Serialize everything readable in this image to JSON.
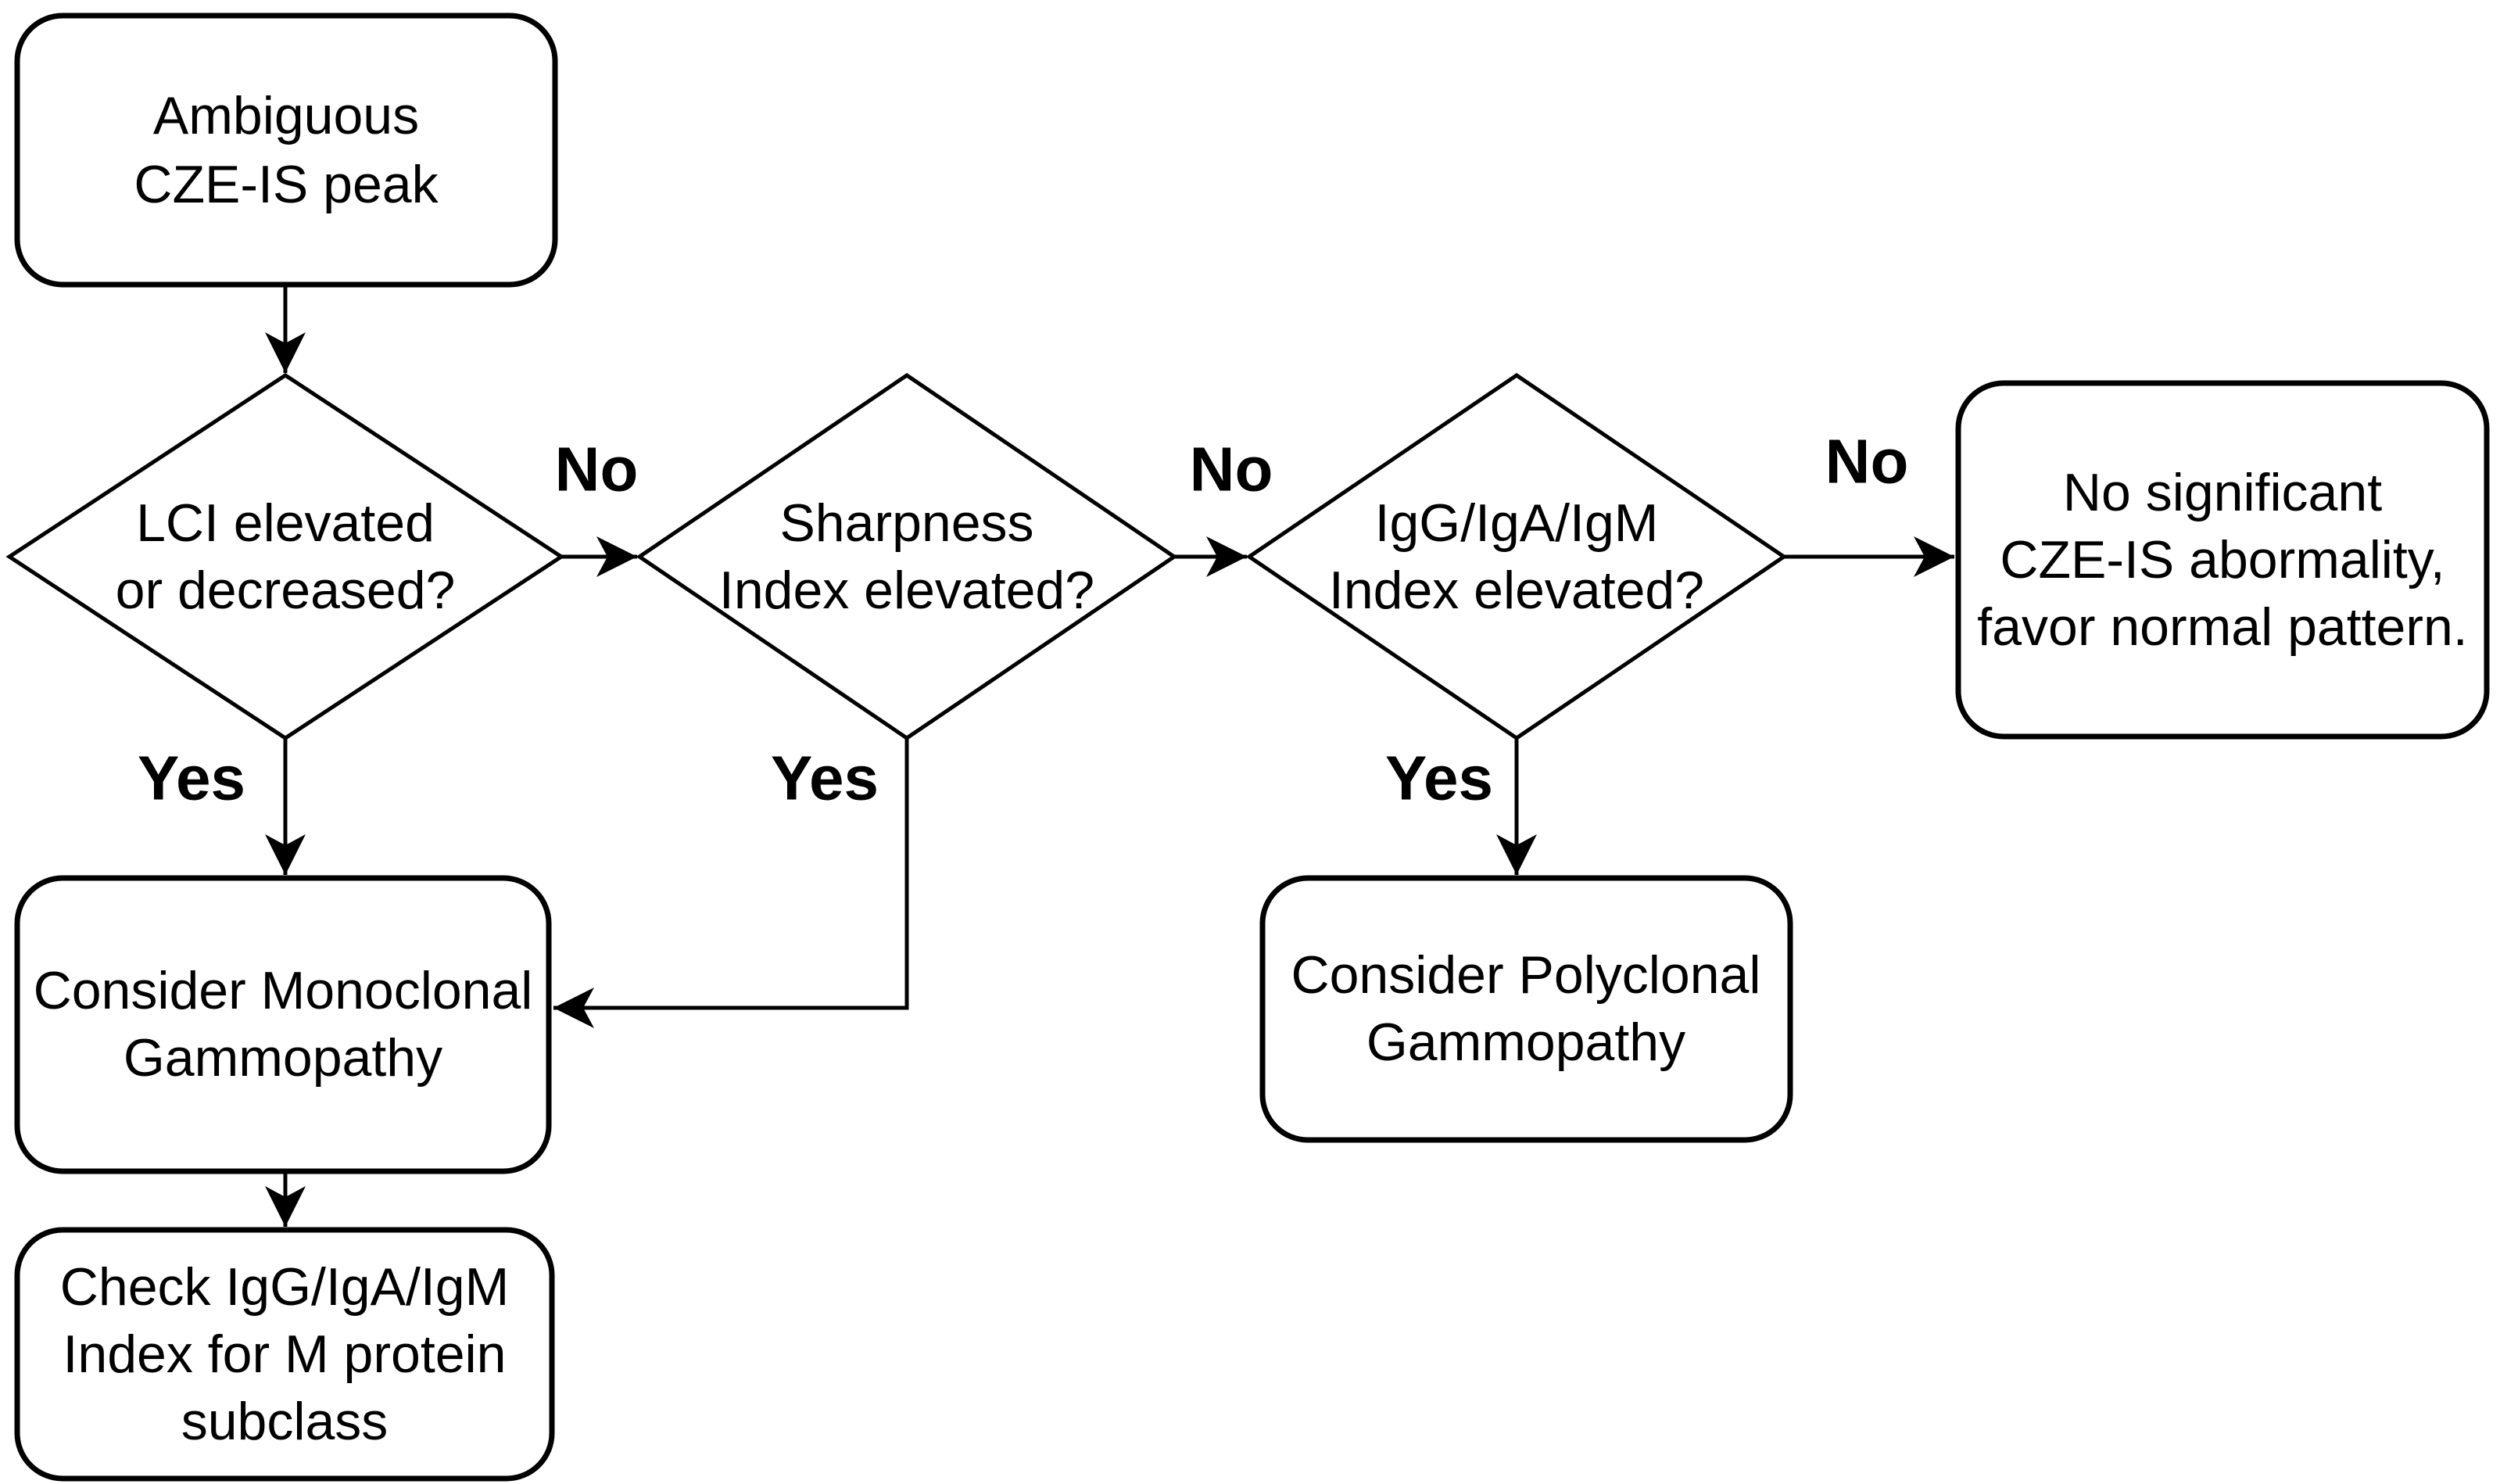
{
  "diagram": {
    "type": "flowchart",
    "nodes": {
      "start": {
        "shape": "rounded-rect",
        "lines": [
          "Ambiguous",
          "CZE-IS peak"
        ]
      },
      "decision_lci": {
        "shape": "decision-diamond",
        "lines": [
          "LCI elevated",
          "or decreased?"
        ]
      },
      "decision_sharpness": {
        "shape": "decision-diamond",
        "lines": [
          "Sharpness",
          "Index elevated?"
        ]
      },
      "decision_igg_iga_igm": {
        "shape": "decision-diamond",
        "lines": [
          "IgG/IgA/IgM",
          "Index elevated?"
        ]
      },
      "no_abnormality": {
        "shape": "rounded-rect",
        "lines": [
          "No significant",
          "CZE-IS abormality,",
          "favor normal pattern."
        ]
      },
      "monoclonal": {
        "shape": "rounded-rect",
        "lines": [
          "Consider Monoclonal",
          "Gammopathy"
        ]
      },
      "polyclonal": {
        "shape": "rounded-rect",
        "lines": [
          "Consider Polyclonal",
          "Gammopathy"
        ]
      },
      "check_subclass": {
        "shape": "rounded-rect",
        "lines": [
          "Check IgG/IgA/IgM",
          "Index for M protein",
          "subclass"
        ]
      }
    },
    "edge_labels": {
      "no1": "No",
      "no2": "No",
      "no3": "No",
      "yes1": "Yes",
      "yes2": "Yes",
      "yes3": "Yes"
    },
    "colors": {
      "stroke": "#000000",
      "fill": "#ffffff",
      "text": "#000000",
      "background": "#ffffff"
    }
  }
}
